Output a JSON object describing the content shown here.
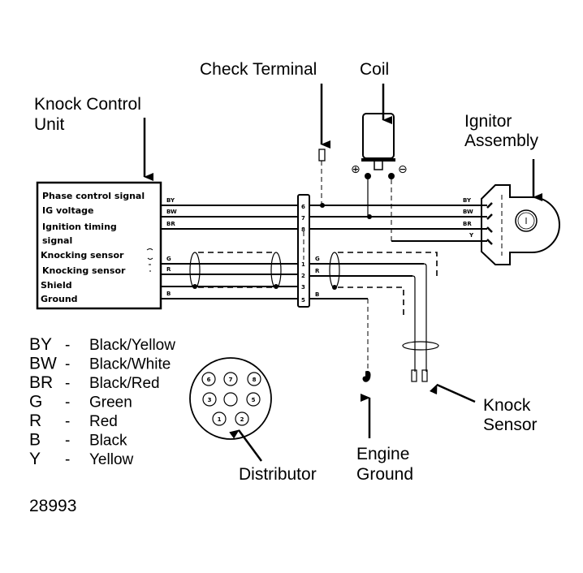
{
  "labels": {
    "knock_control_unit_line1": "Knock Control",
    "knock_control_unit_line2": "Unit",
    "check_terminal": "Check Terminal",
    "coil": "Coil",
    "ignitor_line1": "Ignitor",
    "ignitor_line2": "Assembly",
    "knock_sensor_line1": "Knock",
    "knock_sensor_line2": "Sensor",
    "engine_ground_line1": "Engine",
    "engine_ground_line2": "Ground",
    "distributor": "Distributor",
    "figure_number": "28993"
  },
  "control_unit_terminals": [
    "Phase control signal",
    "IG voltage",
    "Ignition timing",
    "signal",
    "Knocking sensor",
    "Knocking sensor",
    "Shield",
    "Ground"
  ],
  "wire_codes_left": [
    "BY",
    "BW",
    "BR",
    "G",
    "R",
    "B"
  ],
  "wire_codes_right_upper": [
    "G",
    "R",
    "B"
  ],
  "ignitor_wire_codes": [
    "BY",
    "BW",
    "BR",
    "Y"
  ],
  "connector_pins": [
    "6",
    "7",
    "8",
    "1",
    "2",
    "3",
    "5"
  ],
  "coil_terminals": {
    "positive": "⊕",
    "negative": "⊖"
  },
  "distributor_pins": [
    "6",
    "7",
    "8",
    "3",
    "5",
    "1",
    "2"
  ],
  "legend": [
    {
      "code": "BY",
      "sep": "-",
      "color": "Black/Yellow"
    },
    {
      "code": "BW",
      "sep": "-",
      "color": "Black/White"
    },
    {
      "code": "BR",
      "sep": "-",
      "color": "Black/Red"
    },
    {
      "code": "G",
      "sep": "-",
      "color": "Green"
    },
    {
      "code": "R",
      "sep": "-",
      "color": "Red"
    },
    {
      "code": "B",
      "sep": "-",
      "color": "Black"
    },
    {
      "code": "Y",
      "sep": "-",
      "color": "Yellow"
    }
  ]
}
